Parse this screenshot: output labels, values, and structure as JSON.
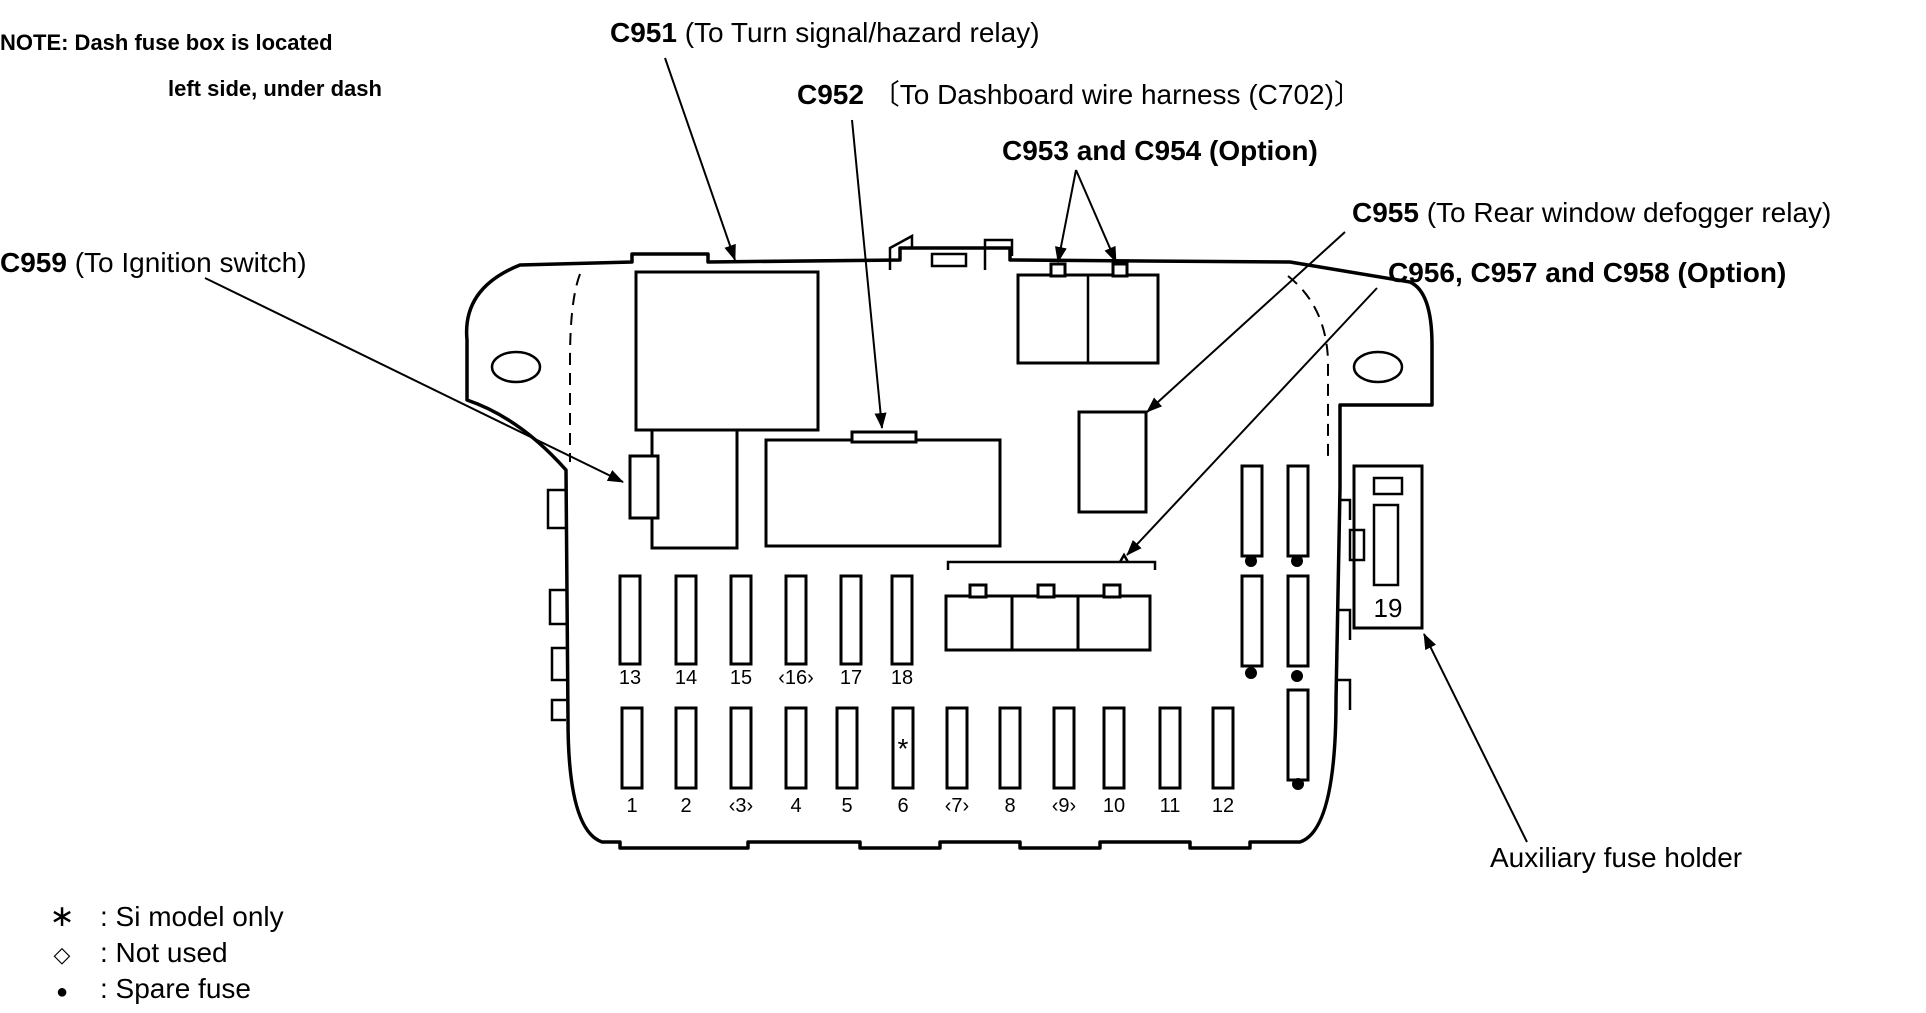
{
  "note": {
    "line1": "NOTE: Dash fuse box is located",
    "line2": "left side, under dash"
  },
  "callouts": {
    "c951": {
      "code": "C951",
      "desc": " (To Turn signal/hazard relay)"
    },
    "c952": {
      "code": "C952",
      "desc": "  〔To Dashboard wire harness (C702)〕"
    },
    "c953": {
      "code": "C953 and C954 (Option)",
      "desc": ""
    },
    "c955": {
      "code": "C955",
      "desc": " (To Rear window defogger relay)"
    },
    "c956": {
      "code": "C956, C957 and C958 (Option)",
      "desc": ""
    },
    "c959": {
      "code": "C959",
      "desc": " (To Ignition switch)"
    },
    "aux": {
      "label": "Auxiliary fuse holder"
    }
  },
  "fuses_top_row": [
    "13",
    "14",
    "15",
    "‹16›",
    "17",
    "18"
  ],
  "fuses_bottom_row": [
    "1",
    "2",
    "‹3›",
    "4",
    "5",
    "6",
    "‹7›",
    "8",
    "‹9›",
    "10",
    "11",
    "12"
  ],
  "si_mark": "*",
  "aux_fuse_number": "19",
  "legend": [
    {
      "symbol": "∗",
      "text": ": Si model only"
    },
    {
      "symbol": "◇",
      "text": ": Not used"
    },
    {
      "symbol": "●",
      "text": ": Spare fuse"
    }
  ]
}
